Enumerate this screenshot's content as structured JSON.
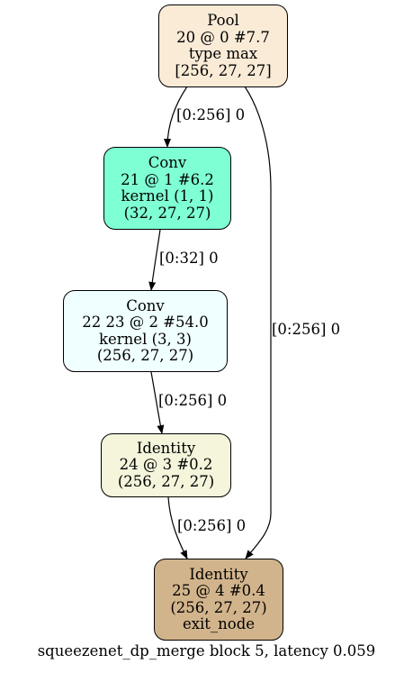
{
  "graph": {
    "caption": "squeezenet_dp_merge block 5, latency 0.059",
    "nodes": [
      {
        "id": "pool20",
        "lines": [
          "Pool",
          "20 @ 0 #7.7",
          "type max",
          "[256, 27, 27]"
        ],
        "fill": "#faebd7"
      },
      {
        "id": "conv21",
        "lines": [
          "Conv",
          "21 @ 1 #6.2",
          "kernel (1, 1)",
          "(32, 27, 27)"
        ],
        "fill": "#7fffd4"
      },
      {
        "id": "conv22",
        "lines": [
          "Conv",
          "22 23 @ 2 #54.0",
          "kernel (3, 3)",
          "(256, 27, 27)"
        ],
        "fill": "#f0ffff"
      },
      {
        "id": "identity24",
        "lines": [
          "Identity",
          "24 @ 3 #0.2",
          "(256, 27, 27)"
        ],
        "fill": "#f5f5dc"
      },
      {
        "id": "identity25",
        "lines": [
          "Identity",
          "25 @ 4 #0.4",
          "(256, 27, 27)",
          "exit_node"
        ],
        "fill": "#d2b48c"
      }
    ],
    "edges": [
      {
        "from": "pool20",
        "to": "conv21",
        "label": "[0:256] 0"
      },
      {
        "from": "conv21",
        "to": "conv22",
        "label": "[0:32] 0"
      },
      {
        "from": "conv22",
        "to": "identity24",
        "label": "[0:256] 0"
      },
      {
        "from": "identity24",
        "to": "identity25",
        "label": "[0:256] 0"
      },
      {
        "from": "pool20",
        "to": "identity25",
        "label": "[0:256] 0"
      }
    ]
  }
}
